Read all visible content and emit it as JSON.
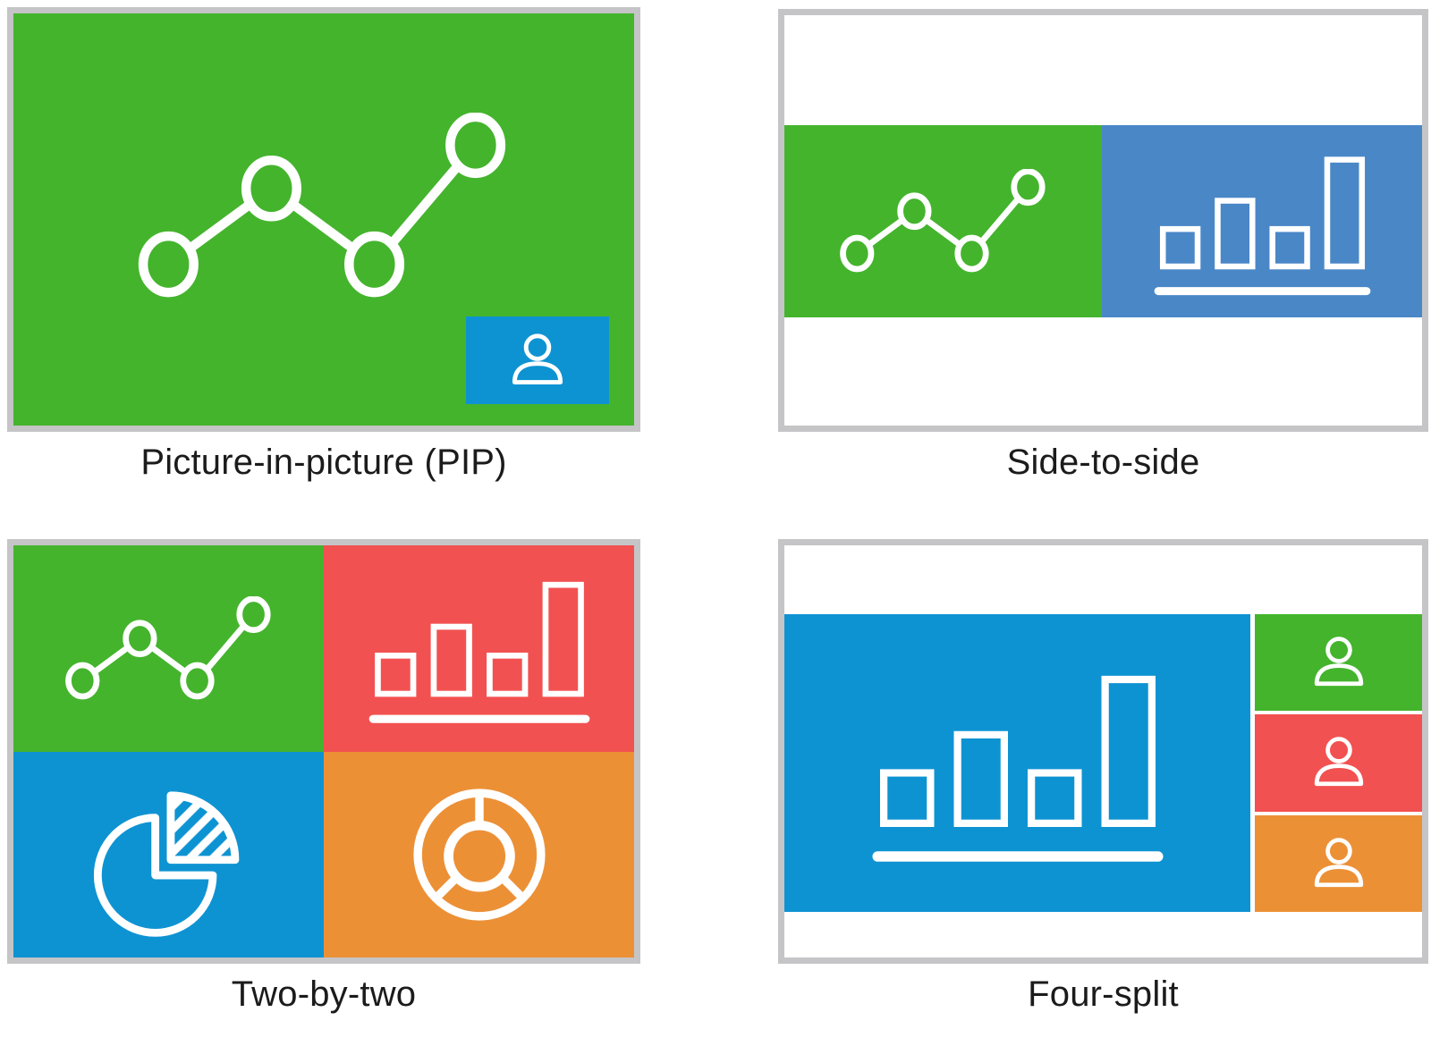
{
  "figure": {
    "background": "#ffffff",
    "frame_border_color": "#c5c5c7",
    "icon_stroke_color": "#ffffff",
    "label_color": "#1b1b1b"
  },
  "panels": [
    {
      "label": "Picture-in-picture (PIP)",
      "regions": [
        {
          "name": "main",
          "color": "#44b42d",
          "icon": "line-chart-icon"
        },
        {
          "name": "pip-overlay",
          "color": "#0e93d2",
          "icon": "person-icon"
        }
      ]
    },
    {
      "label": "Side-to-side",
      "regions": [
        {
          "name": "left",
          "color": "#44b42d",
          "icon": "line-chart-icon"
        },
        {
          "name": "right",
          "color": "#4a87c7",
          "icon": "bar-chart-icon"
        }
      ]
    },
    {
      "label": "Two-by-two",
      "regions": [
        {
          "name": "top-left",
          "color": "#44b42d",
          "icon": "line-chart-icon"
        },
        {
          "name": "top-right",
          "color": "#f25151",
          "icon": "bar-chart-icon"
        },
        {
          "name": "bottom-left",
          "color": "#0e93d2",
          "icon": "pie-chart-icon"
        },
        {
          "name": "bottom-right",
          "color": "#ec9036",
          "icon": "donut-chart-icon"
        }
      ]
    },
    {
      "label": "Four-split",
      "regions": [
        {
          "name": "main",
          "color": "#0e93d2",
          "icon": "bar-chart-icon"
        },
        {
          "name": "side-top",
          "color": "#44b42d",
          "icon": "person-icon"
        },
        {
          "name": "side-middle",
          "color": "#f25151",
          "icon": "person-icon"
        },
        {
          "name": "side-bottom",
          "color": "#ec9036",
          "icon": "person-icon"
        }
      ]
    }
  ]
}
